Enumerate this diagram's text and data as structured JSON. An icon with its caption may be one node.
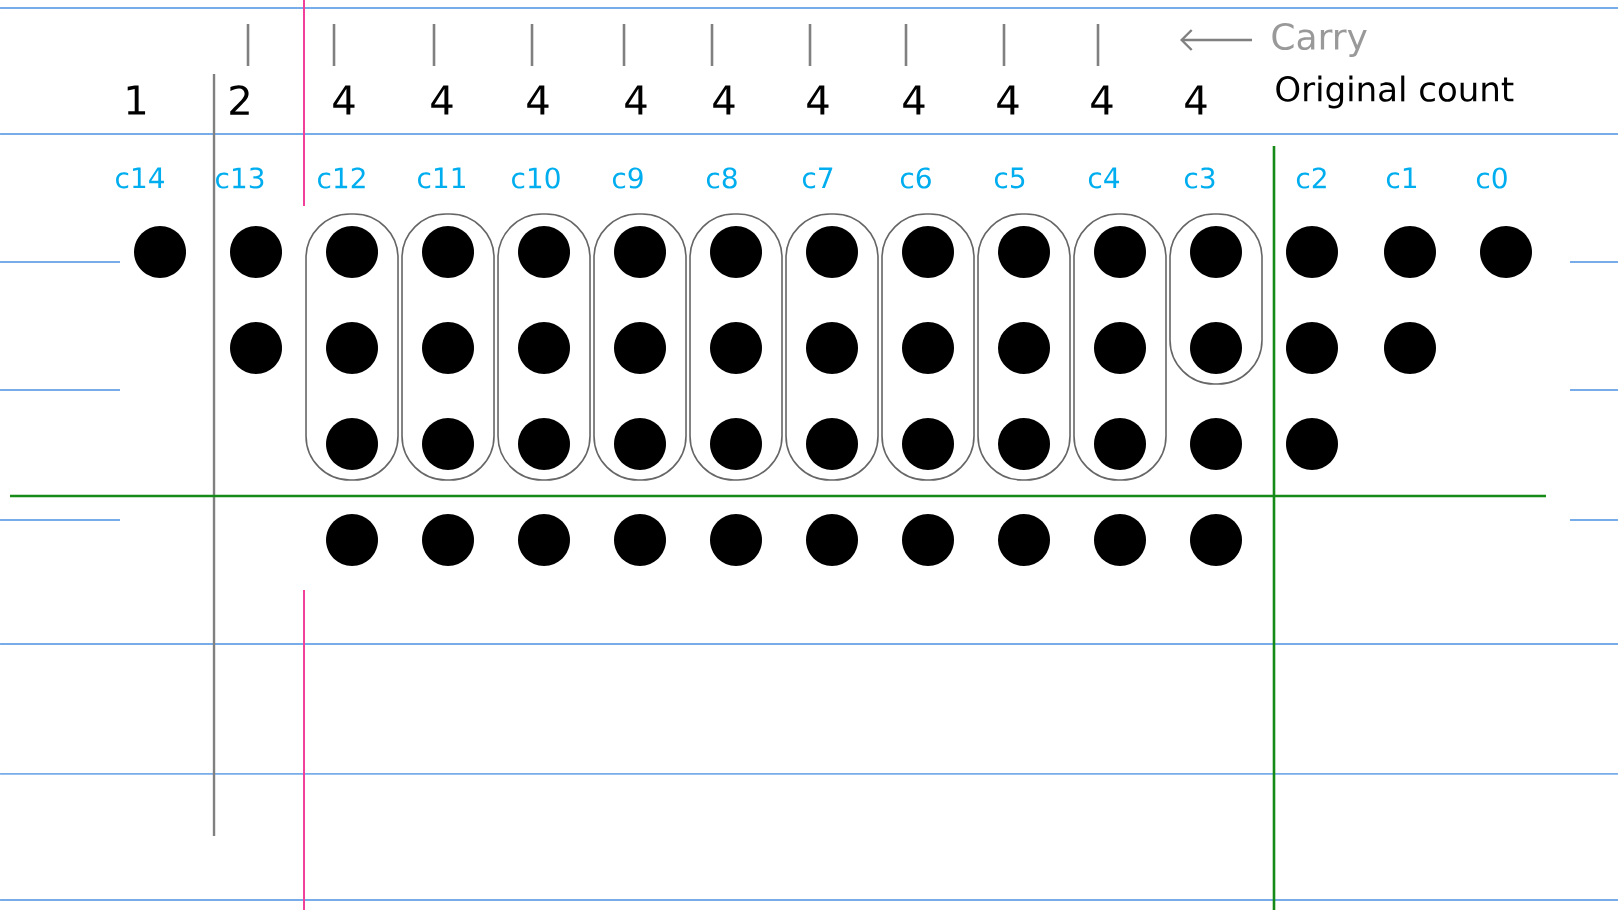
{
  "diagram": {
    "labels": [
      "Carry",
      "1",
      "2",
      "4",
      "4",
      "4",
      "4",
      "4",
      "4",
      "4",
      "4",
      "4",
      "4",
      "Original count",
      "c14",
      "c13",
      "c12",
      "c11",
      "c10",
      "c9",
      "c8",
      "c7",
      "c6",
      "c5",
      "c4",
      "c3",
      "c2",
      "c1",
      "c0"
    ]
  }
}
